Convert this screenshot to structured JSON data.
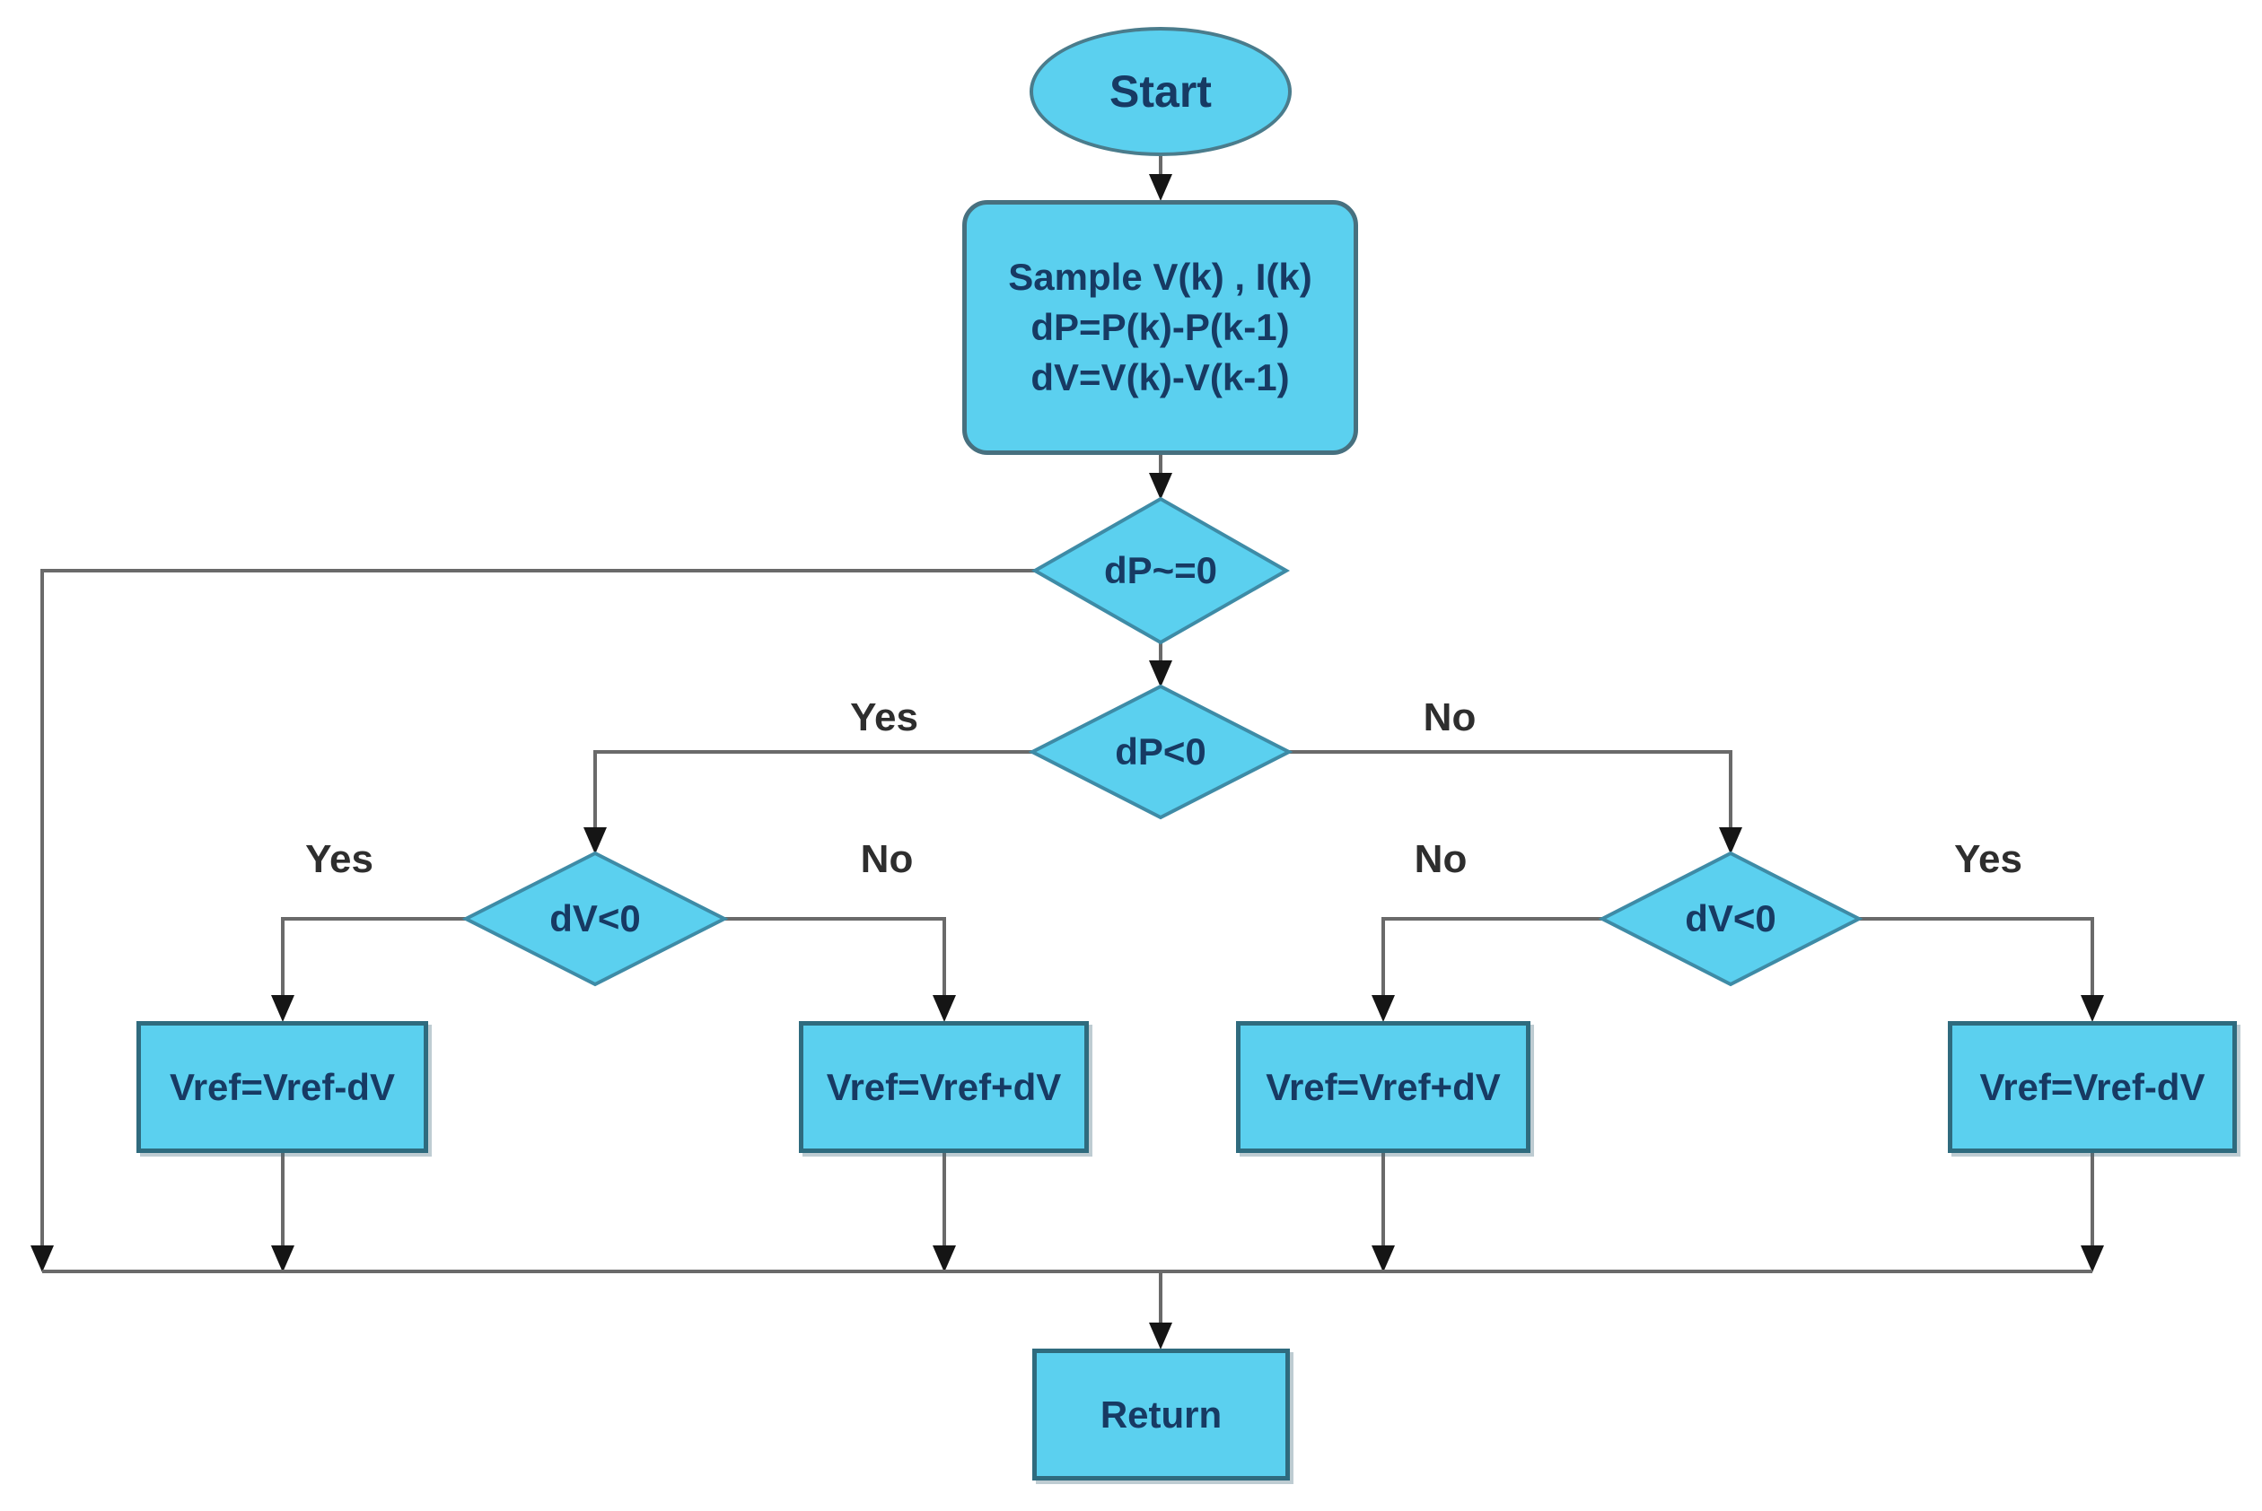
{
  "nodes": {
    "start": {
      "label": "Start"
    },
    "sample": {
      "line1": "Sample V(k) , I(k)",
      "line2": "dP=P(k)-P(k-1)",
      "line3": "dV=V(k)-V(k-1)"
    },
    "decision_dp_zero": {
      "label": "dP~=0"
    },
    "decision_dp_neg": {
      "label": "dP<0"
    },
    "decision_dv_left": {
      "label": "dV<0"
    },
    "decision_dv_right": {
      "label": "dV<0"
    },
    "action_left_outer": {
      "label": "Vref=Vref-dV"
    },
    "action_left_inner": {
      "label": "Vref=Vref+dV"
    },
    "action_right_inner": {
      "label": "Vref=Vref+dV"
    },
    "action_right_outer": {
      "label": "Vref=Vref-dV"
    },
    "return": {
      "label": "Return"
    }
  },
  "branch_labels": {
    "dp_neg_yes": "Yes",
    "dp_neg_no": "No",
    "dv_left_yes": "Yes",
    "dv_left_no": "No",
    "dv_right_no": "No",
    "dv_right_yes": "Yes"
  },
  "colors": {
    "shape_fill": "#5bd0ef",
    "rect_border": "#2f6b7e",
    "diamond_border": "#3e8ba6",
    "node_text": "#173a63",
    "connector": "#6a6a6a",
    "arrowhead": "#151515",
    "branch_text": "#2e2e2e",
    "background": "#ffffff"
  }
}
